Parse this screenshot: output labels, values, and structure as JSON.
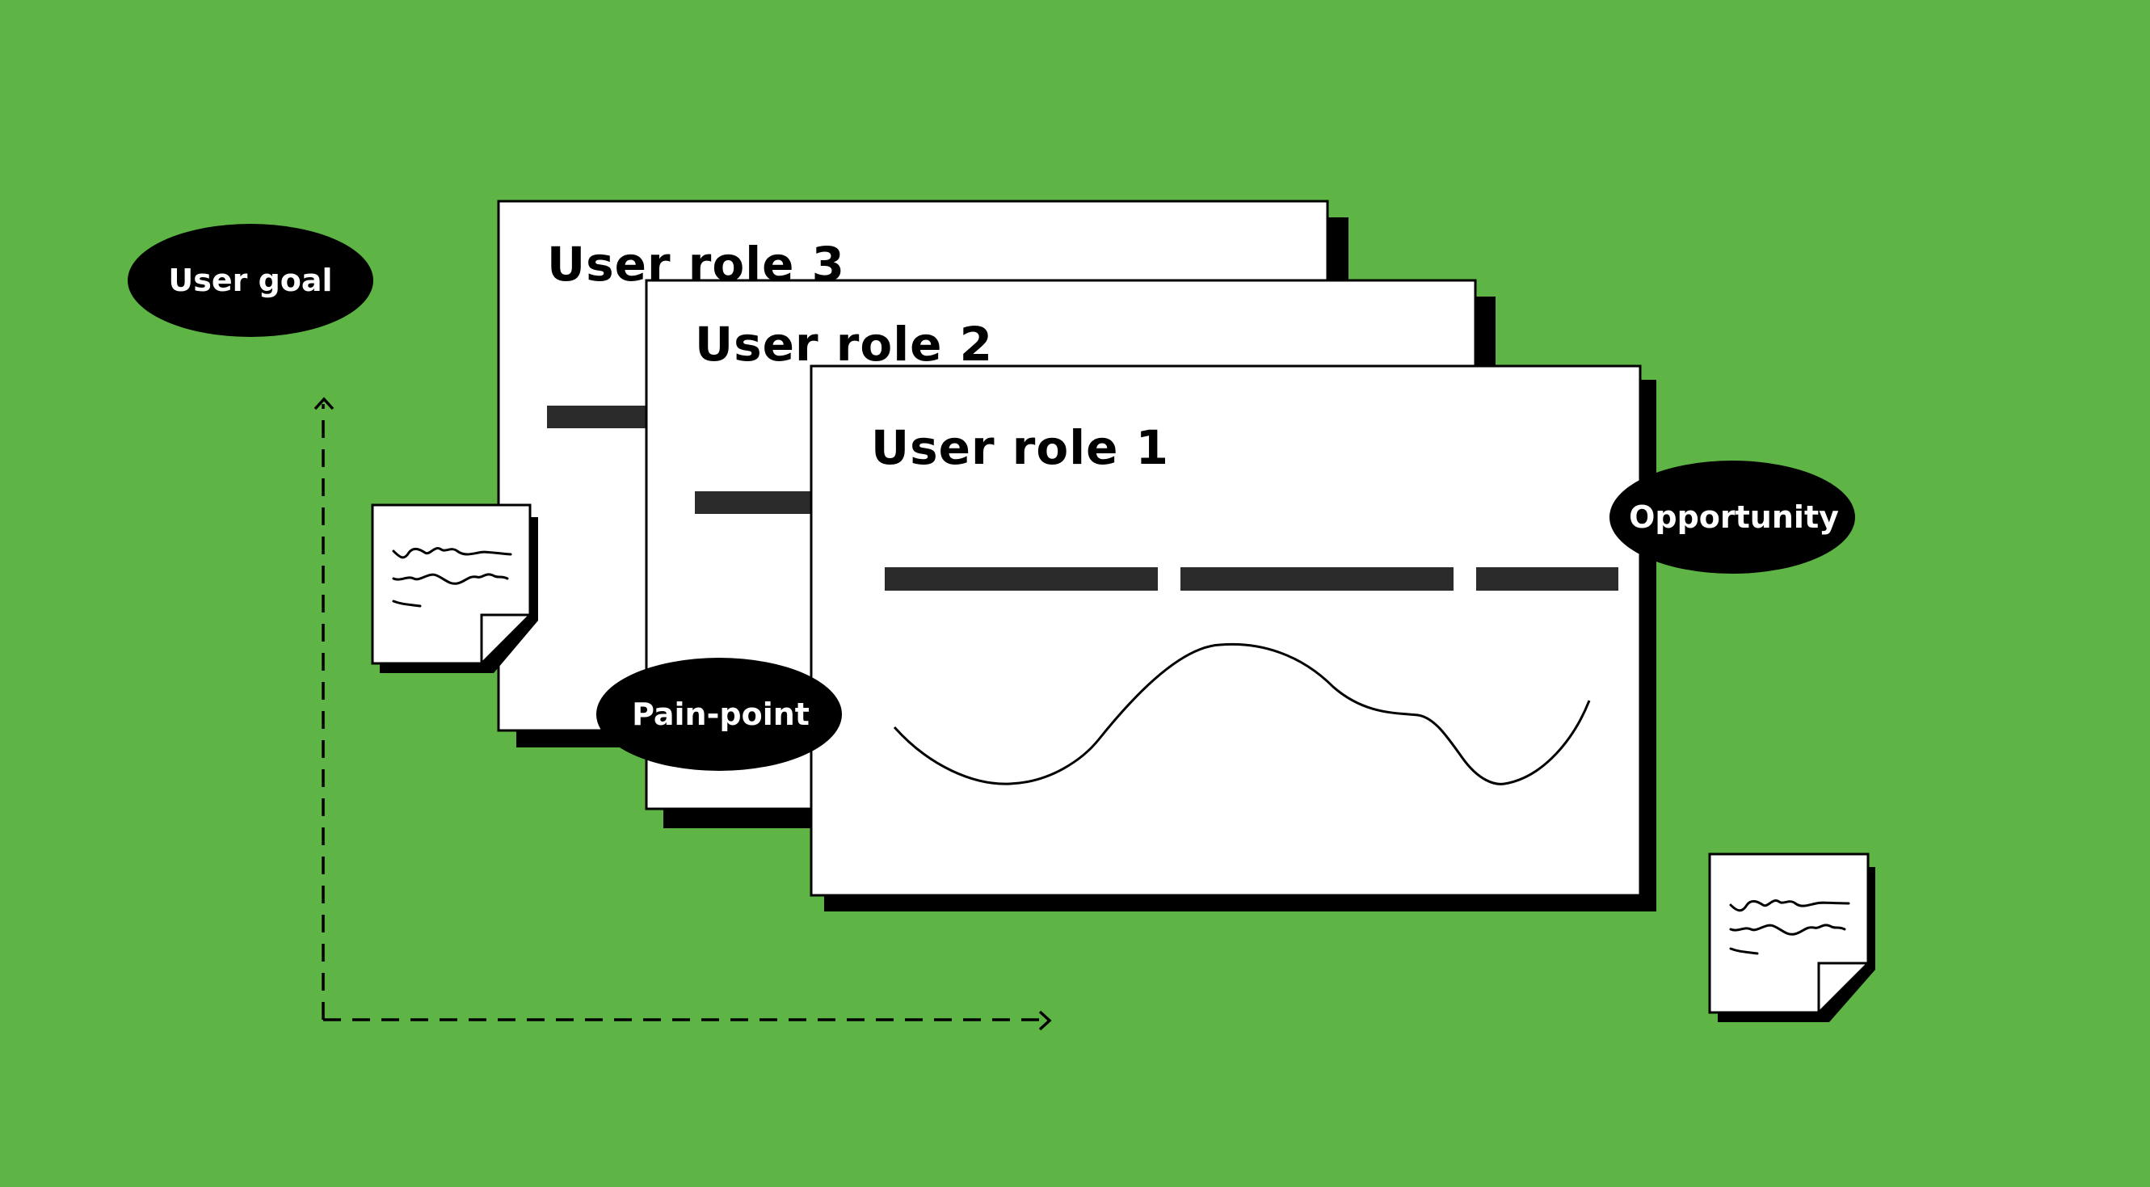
{
  "colors": {
    "background": "#5fb446",
    "card_fill": "#ffffff",
    "ink": "#000000",
    "bar": "#2b2b2b"
  },
  "cards": [
    {
      "title": "User role 3"
    },
    {
      "title": "User role 2"
    },
    {
      "title": "User role 1"
    }
  ],
  "pills": {
    "user_goal": "User goal",
    "pain_point": "Pain-point",
    "opportunity": "Opportunity"
  },
  "icons": {
    "sticky_note": "sticky-note-icon",
    "arrow": "dashed-arrow"
  }
}
